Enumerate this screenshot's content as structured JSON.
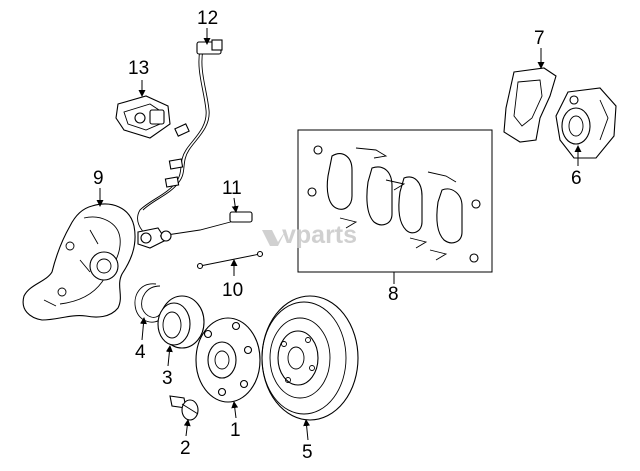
{
  "callouts": {
    "c1": "1",
    "c2": "2",
    "c3": "3",
    "c4": "4",
    "c5": "5",
    "c6": "6",
    "c7": "7",
    "c8": "8",
    "c9": "9",
    "c10": "10",
    "c11": "11",
    "c12": "12",
    "c13": "13"
  },
  "watermark": "vparts"
}
